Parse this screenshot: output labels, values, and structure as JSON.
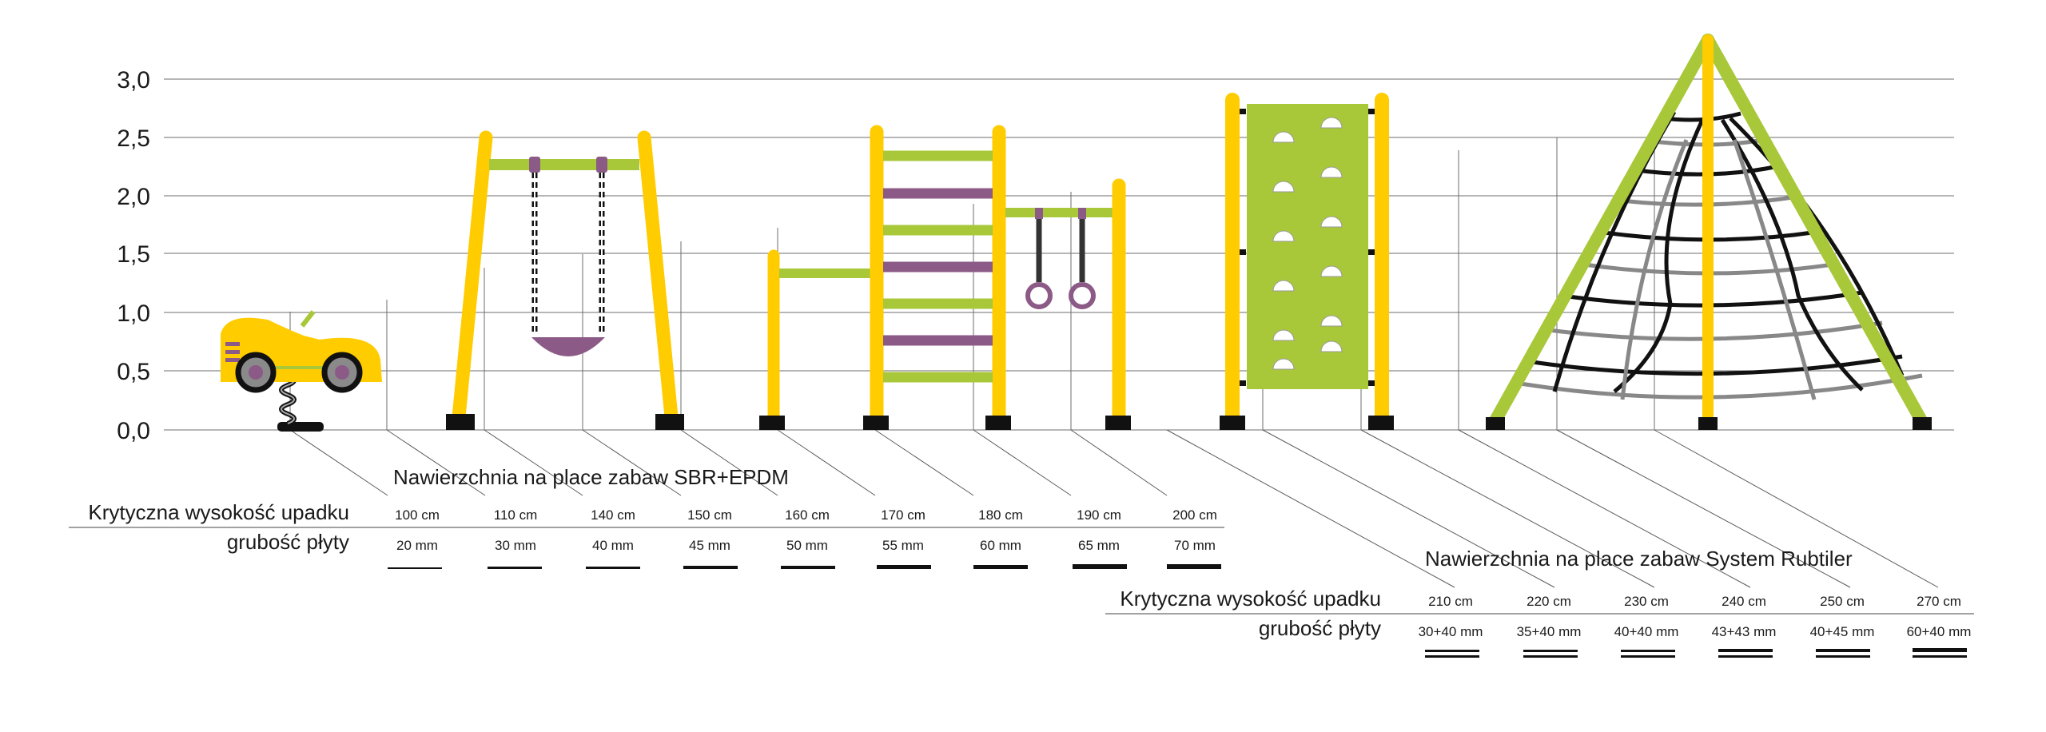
{
  "colors": {
    "yellow": "#FFCC00",
    "green": "#A8C83A",
    "purple": "#8B5A86",
    "black": "#111111",
    "gray_rope": "#888888"
  },
  "y_axis": {
    "ticks": [
      "0,0",
      "0,5",
      "1,0",
      "1,5",
      "2,0",
      "2,5",
      "3,0"
    ],
    "values": [
      0,
      0.5,
      1.0,
      1.5,
      2.0,
      2.5,
      3.0
    ]
  },
  "equipment": [
    {
      "name": "spring-rocker-car-icon"
    },
    {
      "name": "swing-icon"
    },
    {
      "name": "ladder-with-rings-icon"
    },
    {
      "name": "climbing-wall-icon"
    },
    {
      "name": "rope-pyramid-icon"
    }
  ],
  "table_sbr": {
    "title": "Nawierzchnia na place zabaw SBR+EPDM",
    "label_height": "Krytyczna wysokość upadku",
    "label_thickness": "grubość płyty",
    "heights": [
      "100 cm",
      "110 cm",
      "140 cm",
      "150 cm",
      "160 cm",
      "170 cm",
      "180 cm",
      "190 cm",
      "200 cm"
    ],
    "thickness": [
      "20 mm",
      "30 mm",
      "40 mm",
      "45 mm",
      "50 mm",
      "55 mm",
      "60 mm",
      "65 mm",
      "70 mm"
    ]
  },
  "table_rubtiler": {
    "title": "Nawierzchnia na place zabaw System Rubtiler",
    "label_height": "Krytyczna wysokość upadku",
    "label_thickness": "grubość płyty",
    "heights": [
      "210 cm",
      "220 cm",
      "230 cm",
      "240 cm",
      "250 cm",
      "270 cm"
    ],
    "thickness": [
      "30+40 mm",
      "35+40 mm",
      "40+40 mm",
      "43+43 mm",
      "40+45 mm",
      "60+40 mm"
    ]
  }
}
